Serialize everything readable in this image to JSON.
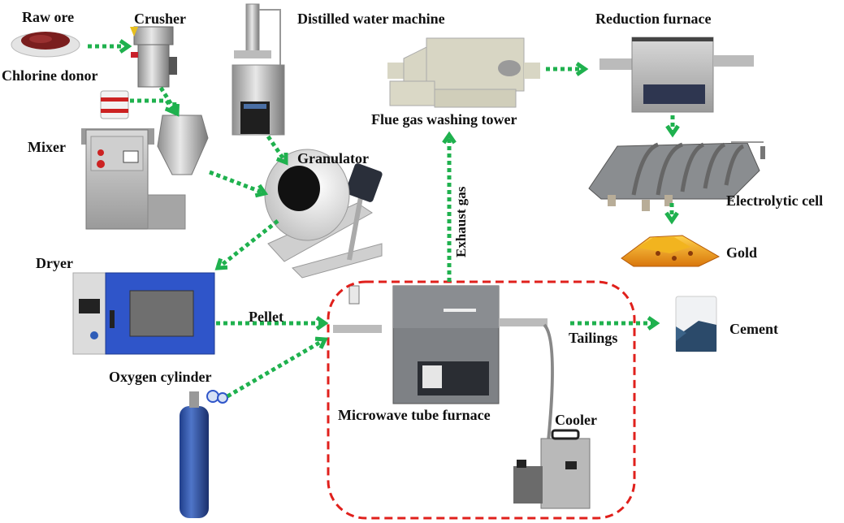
{
  "diagram": {
    "title": "",
    "colors": {
      "arrow": "#1fb14e",
      "boundary": "#e0201c",
      "text": "#111111"
    },
    "nodes": {
      "raw_ore": "Raw ore",
      "crusher": "Crusher",
      "chlorine_donor": "Chlorine donor",
      "mixer": "Mixer",
      "distilled_water": "Distilled water machine",
      "granulator": "Granulator",
      "dryer": "Dryer",
      "oxygen_cylinder": "Oxygen cylinder",
      "microwave_furnace": "Microwave tube furnace",
      "cooler": "Cooler",
      "flue_gas_tower": "Flue gas washing tower",
      "reduction_furnace": "Reduction furnace",
      "electrolytic_cell": "Electrolytic cell",
      "gold": "Gold",
      "cement": "Cement"
    },
    "edge_labels": {
      "pellet": "Pellet",
      "exhaust_gas": "Exhaust gas",
      "tailings": "Tailings"
    },
    "edges": [
      {
        "from": "raw_ore",
        "to": "crusher"
      },
      {
        "from": "crusher",
        "to": "mixer"
      },
      {
        "from": "chlorine_donor",
        "to": "mixer"
      },
      {
        "from": "mixer",
        "to": "granulator"
      },
      {
        "from": "distilled_water",
        "to": "granulator"
      },
      {
        "from": "granulator",
        "to": "dryer"
      },
      {
        "from": "dryer",
        "to": "microwave_furnace",
        "label": "Pellet"
      },
      {
        "from": "oxygen_cylinder",
        "to": "microwave_furnace"
      },
      {
        "from": "microwave_furnace",
        "to": "flue_gas_tower",
        "label": "Exhaust gas"
      },
      {
        "from": "flue_gas_tower",
        "to": "reduction_furnace"
      },
      {
        "from": "reduction_furnace",
        "to": "electrolytic_cell"
      },
      {
        "from": "electrolytic_cell",
        "to": "gold"
      },
      {
        "from": "microwave_furnace",
        "to": "cement",
        "label": "Tailings"
      }
    ],
    "group": {
      "name": "microwave-roasting-unit",
      "members": [
        "microwave_furnace",
        "cooler"
      ]
    }
  }
}
